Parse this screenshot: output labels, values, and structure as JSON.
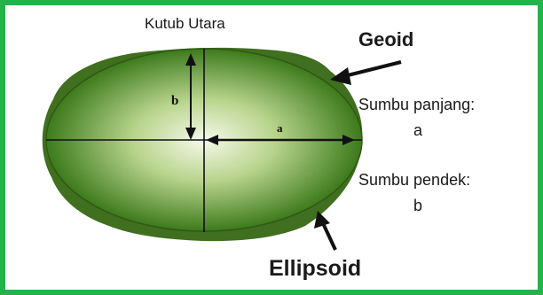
{
  "labels": {
    "north_pole": "Kutub Utara",
    "geoid": "Geoid",
    "long_axis": "Sumbu panjang:",
    "long_axis_value": "a",
    "short_axis": "Sumbu pendek:",
    "short_axis_value": "b",
    "ellipsoid": "Ellipsoid",
    "axis_b": "b",
    "axis_a": "a"
  },
  "colors": {
    "frame_border": "#23b34a",
    "geoid_fill": "#3f6d1e",
    "ellipsoid_center": "#f4f8e8",
    "ellipsoid_edge": "#3d7a1c"
  }
}
